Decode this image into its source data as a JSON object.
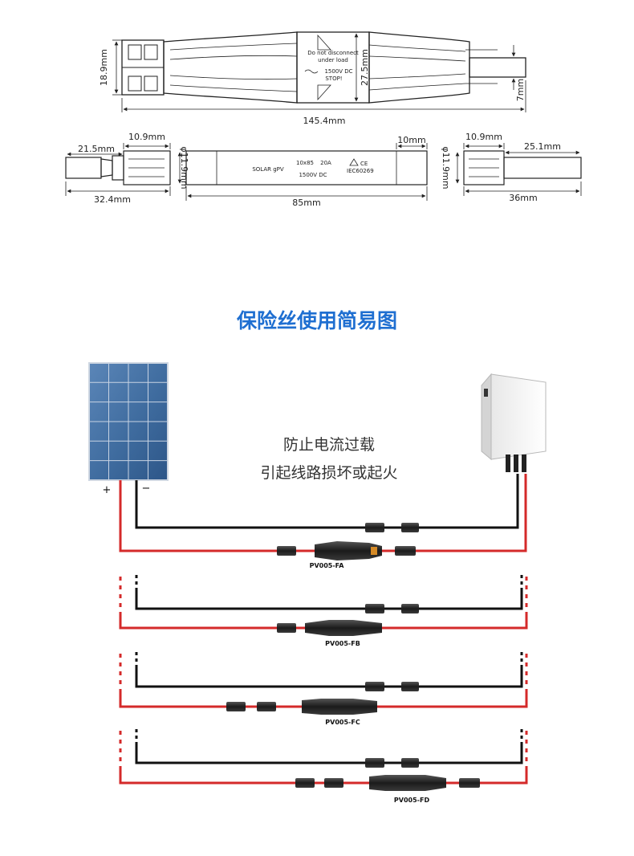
{
  "dimensions": {
    "top_height": "18.9mm",
    "top_width_center": "27.5mm",
    "top_right_cable": "7mm",
    "top_length": "145.4mm",
    "left_cap_width": "10.9mm",
    "left_pin": "21.5mm",
    "left_total": "32.4mm",
    "body_dia": "φ11.9mm",
    "body_cap": "10mm",
    "body_length": "85mm",
    "right_cap_width": "10.9mm",
    "right_dia": "φ11.9mm",
    "right_cable": "25.1mm",
    "right_total": "36mm"
  },
  "fuse_body_label": {
    "line1": "Do not disconnect",
    "line2": "under load",
    "line3": "1500V DC",
    "line4": "STOP!"
  },
  "tube_label": {
    "brand": "SOLAR gPV",
    "size": "10x85",
    "rating": "20A",
    "voltage": "1500V DC",
    "standard": "IEC60269"
  },
  "section_title": "保险丝使用简易图",
  "warning": {
    "line1": "防止电流过载",
    "line2": "引起线路损坏或起火"
  },
  "panel_signs": {
    "plus": "+",
    "minus": "−"
  },
  "models": [
    "PV005-FA",
    "PV005-FB",
    "PV005-FC",
    "PV005-FD"
  ],
  "colors": {
    "accent_title": "#1f6fd1",
    "positive_wire": "#d42a2a",
    "negative_wire": "#111111",
    "panel_blue": "#3d6a9e"
  }
}
